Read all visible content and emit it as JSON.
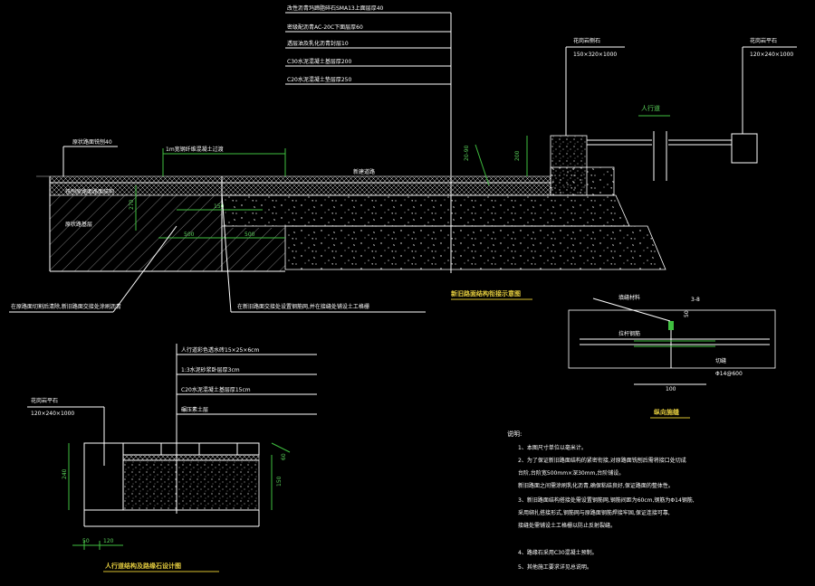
{
  "drawing": {
    "main_section": {
      "layers": [
        "改性沥青玛蹄脂碎石SMA13上面层厚40",
        "密级配沥青AC-20C下面层厚60",
        "透层油及乳化沥青封层10",
        "C30水泥混凝土基层厚200",
        "C20水泥混凝土垫层厚250"
      ],
      "notes_left": [
        "原状路面铣刨40",
        "铣刨原路面路面结构",
        "原状路基层"
      ],
      "road_label": "新建道路",
      "joint_label": "1m宽钢纤维混凝土过渡",
      "bottom_note_left": "在原路面切割后清除,新旧路面交接处涂刷沥青",
      "bottom_note_right": "在新旧路面交接处设置钢筋网,并在接缝处铺设土工格栅",
      "title": "新旧路面结构衔接示意图",
      "dims": {
        "h270": "270",
        "w500a": "500",
        "w500b": "500",
        "w150": "150",
        "h200": "200",
        "slope": "20-90"
      }
    },
    "top_right": {
      "curb_label": "花岗岩侧石",
      "curb_size": "150×320×1000",
      "edge_label": "花岗岩平石",
      "edge_size": "120×240×1000",
      "walk_label": "人行道"
    },
    "joint_detail": {
      "title": "纵向施缝",
      "labels": {
        "seal": "填缝材料",
        "cut": "切缝",
        "bar": "拉杆钢筋",
        "spec": "Φ14@600",
        "width": "100",
        "depth": "50",
        "section": "3-8"
      }
    },
    "sidewalk_detail": {
      "title": "人行道结构及路缘石设计图",
      "edge_label": "花岗岩平石",
      "edge_size": "120×240×1000",
      "layers": [
        "人行道彩色透水砖15×25×6cm",
        "1:3水泥砂浆卧层厚3cm",
        "C20水泥混凝土基层厚15cm",
        "碾压素土层"
      ],
      "dims": {
        "h240": "240",
        "h150": "150",
        "w50": "50",
        "w120": "120",
        "top60": "60"
      }
    },
    "notes": {
      "heading": "说明:",
      "items": [
        "1、本图尺寸单位以毫米计。",
        "2、为了保证新旧路面结构的紧密衔接,对原路面铣刨后需将接口处切成",
        "   台阶,台阶宽500mm×深30mm,台阶铺设。",
        "   新旧路面之间需涂刷乳化沥青,确保粘结良好,保证路面的整体性。",
        "3、新旧路面结构搭接处需设置钢筋网,钢筋间距为60cm,钢筋为Φ14钢筋,",
        "   采用绑扎搭接形式,钢筋网与原路面钢筋焊接牢固,保证连接可靠,",
        "   接缝处需铺设土工格栅以防止反射裂缝。",
        "4、路缘石采用C30混凝土预制。",
        "5、其他施工要求详见总说明。"
      ]
    }
  }
}
